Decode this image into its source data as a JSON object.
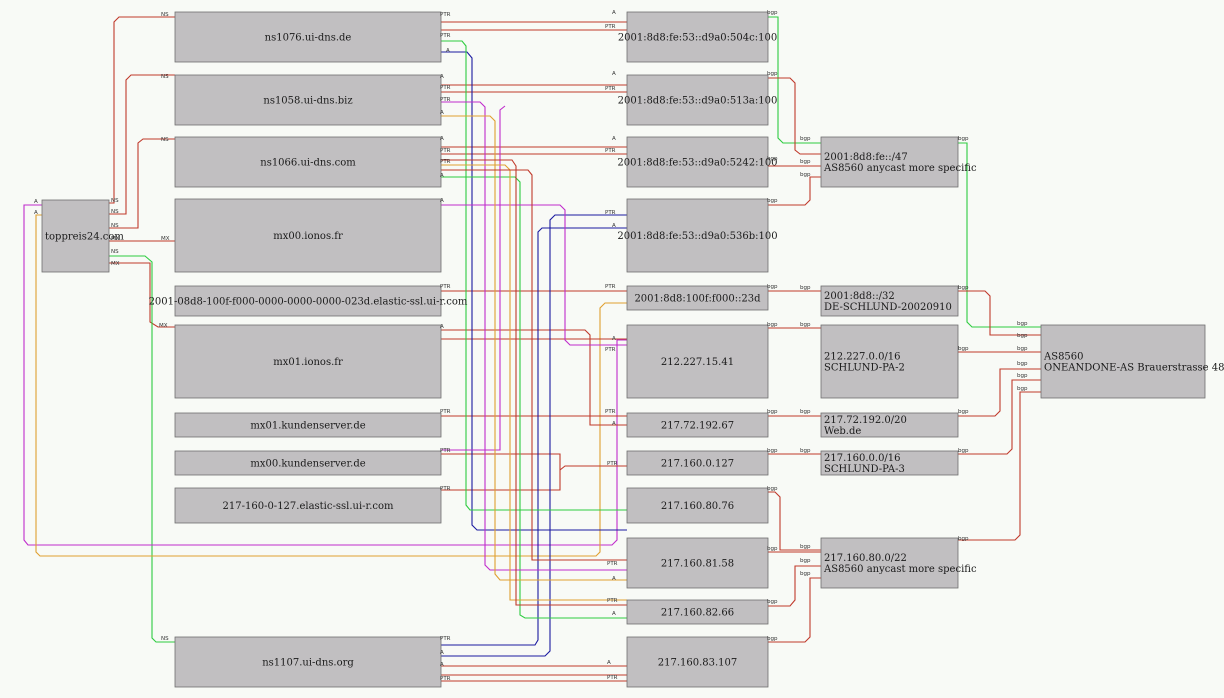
{
  "colors": {
    "ns": "#c0392b",
    "ptr": "#c0392b",
    "bgp": "#c0392b",
    "green": "#2ecc40",
    "magenta": "#c02ccc",
    "orange": "#e0a030",
    "navy": "#1a1aa0"
  },
  "nodes": [
    {
      "id": "domain",
      "lines": [
        "toppreis24.com"
      ],
      "align": "left"
    },
    {
      "id": "ns1076",
      "lines": [
        "ns1076.ui-dns.de"
      ]
    },
    {
      "id": "ns1058",
      "lines": [
        "ns1058.ui-dns.biz"
      ]
    },
    {
      "id": "ns1066",
      "lines": [
        "ns1066.ui-dns.com"
      ]
    },
    {
      "id": "mx00ionos",
      "lines": [
        "mx00.ionos.fr"
      ]
    },
    {
      "id": "elastic1",
      "lines": [
        "2001-08d8-100f-f000-0000-0000-0000-023d.elastic-ssl.ui-r.com"
      ]
    },
    {
      "id": "mx01ionos",
      "lines": [
        "mx01.ionos.fr"
      ]
    },
    {
      "id": "mx01ks",
      "lines": [
        "mx01.kundenserver.de"
      ]
    },
    {
      "id": "mx00ks",
      "lines": [
        "mx00.kundenserver.de"
      ]
    },
    {
      "id": "elastic2",
      "lines": [
        "217-160-0-127.elastic-ssl.ui-r.com"
      ]
    },
    {
      "id": "ns1107",
      "lines": [
        "ns1107.ui-dns.org"
      ]
    },
    {
      "id": "ip504c",
      "lines": [
        "2001:8d8:fe:53::d9a0:504c:100"
      ]
    },
    {
      "id": "ip513a",
      "lines": [
        "2001:8d8:fe:53::d9a0:513a:100"
      ]
    },
    {
      "id": "ip5242",
      "lines": [
        "2001:8d8:fe:53::d9a0:5242:100"
      ]
    },
    {
      "id": "ip536b",
      "lines": [
        "2001:8d8:fe:53::d9a0:536b:100"
      ]
    },
    {
      "id": "ip23d",
      "lines": [
        "2001:8d8:100f:f000::23d"
      ]
    },
    {
      "id": "ip1541",
      "lines": [
        "212.227.15.41"
      ]
    },
    {
      "id": "ip19267",
      "lines": [
        "217.72.192.67"
      ]
    },
    {
      "id": "ip0127",
      "lines": [
        "217.160.0.127"
      ]
    },
    {
      "id": "ip8076",
      "lines": [
        "217.160.80.76"
      ]
    },
    {
      "id": "ip8158",
      "lines": [
        "217.160.81.58"
      ]
    },
    {
      "id": "ip8266",
      "lines": [
        "217.160.82.66"
      ]
    },
    {
      "id": "ip83107",
      "lines": [
        "217.160.83.107"
      ]
    },
    {
      "id": "pfx47",
      "lines": [
        "2001:8d8:fe::/47",
        "AS8560 anycast more specific"
      ],
      "align": "left"
    },
    {
      "id": "pfx32",
      "lines": [
        "2001:8d8::/32",
        "DE-SCHLUND-20020910"
      ],
      "align": "left"
    },
    {
      "id": "pfx16a",
      "lines": [
        "212.227.0.0/16",
        "SCHLUND-PA-2"
      ],
      "align": "left"
    },
    {
      "id": "pfx20",
      "lines": [
        "217.72.192.0/20",
        "Web.de"
      ],
      "align": "left"
    },
    {
      "id": "pfx16b",
      "lines": [
        "217.160.0.0/16",
        "SCHLUND-PA-3"
      ],
      "align": "left"
    },
    {
      "id": "pfx22",
      "lines": [
        "217.160.80.0/22",
        "AS8560 anycast more specific"
      ],
      "align": "left"
    },
    {
      "id": "as8560",
      "lines": [
        "AS8560",
        "ONEANDONE-AS Brauerstrasse 48"
      ],
      "align": "left"
    }
  ],
  "edge_labels": [
    "NS",
    "MX",
    "A",
    "PTR",
    "bgp"
  ]
}
